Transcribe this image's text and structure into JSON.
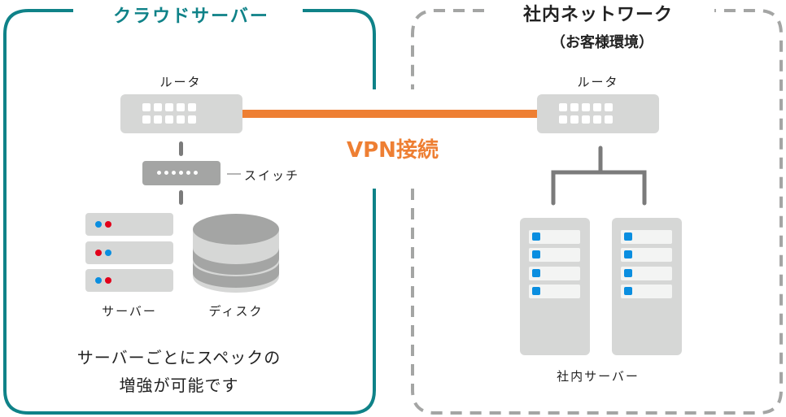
{
  "cloud": {
    "title": "クラウドサーバー",
    "router_label": "ルータ",
    "switch_label": "スイッチ",
    "server_label": "サーバー",
    "disk_label": "ディスク",
    "description_line1": "サーバーごとにスペックの",
    "description_line2": "増強が可能です",
    "server_units": [
      {
        "leds": [
          "blue",
          "red"
        ]
      },
      {
        "leds": [
          "red",
          "blue"
        ]
      },
      {
        "leds": [
          "blue",
          "red"
        ]
      }
    ]
  },
  "connection": {
    "label": "VPN接続"
  },
  "internal": {
    "title": "社内ネットワーク",
    "subtitle": "（お客様環境）",
    "router_label": "ルータ",
    "server_label": "社内サーバー",
    "tower_slots": 4
  },
  "colors": {
    "cloud_accent": "#0f8288",
    "vpn": "#ee7f33",
    "dashed_frame": "#a4a5a4",
    "led_blue": "#0a8ee0",
    "led_red": "#e2001a",
    "device_light": "#d6d7d6",
    "device_dark": "#a4a5a4"
  }
}
